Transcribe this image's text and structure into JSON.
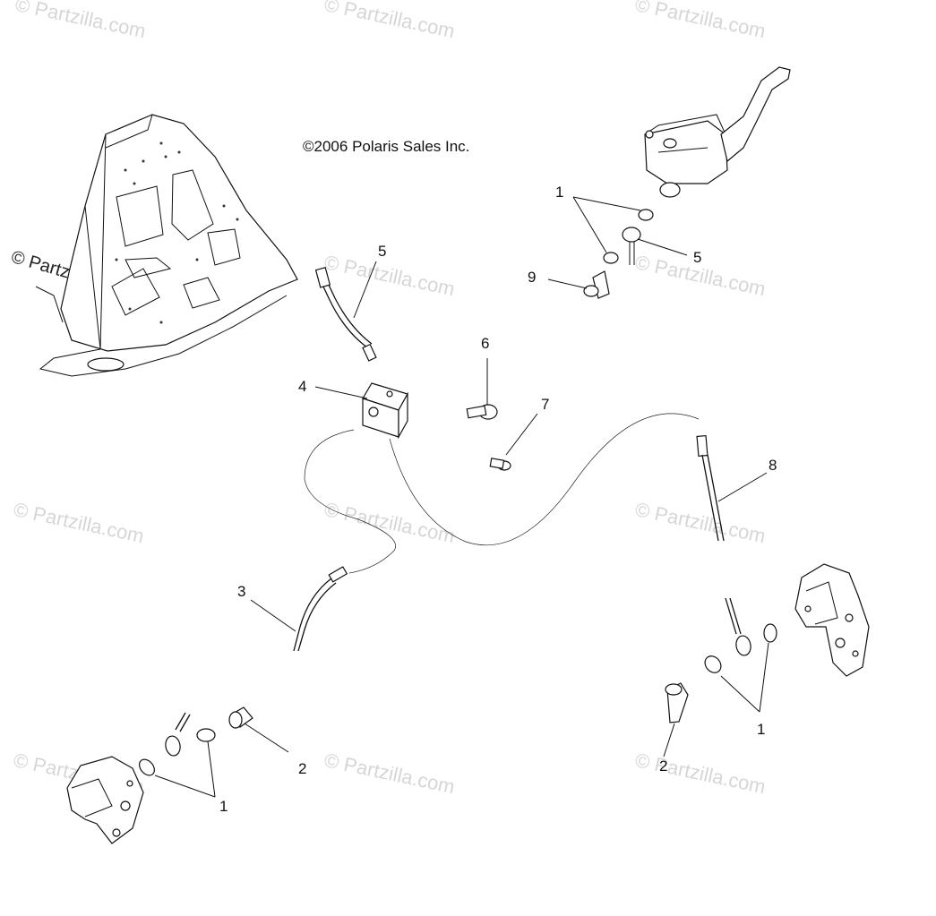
{
  "copyright": "©2006 Polaris Sales Inc.",
  "watermark": "© Partzilla.com",
  "watermark_dark": "© Partzilla.com",
  "callouts": [
    {
      "id": "c1a",
      "text": "1"
    },
    {
      "id": "c5a",
      "text": "5"
    },
    {
      "id": "c9",
      "text": "9"
    },
    {
      "id": "c5b",
      "text": "5"
    },
    {
      "id": "c6",
      "text": "6"
    },
    {
      "id": "c4",
      "text": "4"
    },
    {
      "id": "c7",
      "text": "7"
    },
    {
      "id": "c8",
      "text": "8"
    },
    {
      "id": "c3",
      "text": "3"
    },
    {
      "id": "c2a",
      "text": "2"
    },
    {
      "id": "c1b",
      "text": "1"
    },
    {
      "id": "c1c",
      "text": "1"
    },
    {
      "id": "c2b",
      "text": "2"
    }
  ]
}
